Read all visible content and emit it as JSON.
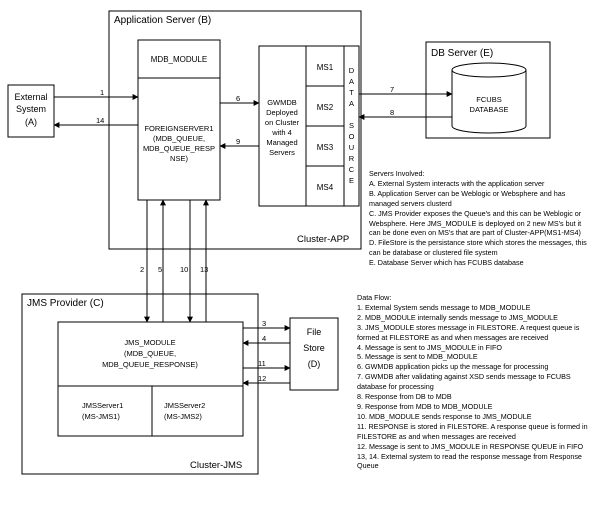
{
  "external_system": {
    "line1": "External",
    "line2": "System",
    "line3": "(A)"
  },
  "app_server": {
    "title": "Application Server (B)",
    "cluster_label": "Cluster-APP",
    "mdb_module": "MDB_MODULE",
    "foreign_server": [
      "FOREIGNSERVER1",
      "(MDB_QUEUE,",
      "MDB_QUEUE_RESP",
      "NSE)"
    ],
    "gwmdb": [
      "GWMDB",
      "Deployed",
      "on Cluster",
      "with 4",
      "Managed",
      "Servers"
    ],
    "managed_servers": [
      "MS1",
      "MS2",
      "MS3",
      "MS4"
    ],
    "datasource": [
      "D",
      "A",
      "T",
      "A",
      "S",
      "O",
      "U",
      "R",
      "C",
      "E"
    ]
  },
  "db_server": {
    "title": "DB Server (E)",
    "database": [
      "FCUBS",
      "DATABASE"
    ]
  },
  "jms_provider": {
    "title": "JMS Provider (C)",
    "cluster_label": "Cluster-JMS",
    "jms_module": [
      "JMS_MODULE",
      "(MDB_QUEUE,",
      "MDB_QUEUE_RESPONSE)"
    ],
    "server1": [
      "JMSServer1",
      "(MS-JMS1)"
    ],
    "server2": [
      "JMSServer2",
      "(MS-JMS2)"
    ]
  },
  "file_store": {
    "line1": "File",
    "line2": "Store",
    "line3": "(D)"
  },
  "arrow_labels": {
    "a1": "1",
    "a14": "14",
    "a6": "6",
    "a9": "9",
    "a7": "7",
    "a8": "8",
    "a2": "2",
    "a5": "5",
    "a10": "10",
    "a13": "13",
    "a3": "3",
    "a4": "4",
    "a11": "11",
    "a12": "12"
  },
  "servers_involved": {
    "heading": "Servers Involved:",
    "items": [
      "A. External System interacts with the application server",
      "B. Application Server can be Weblogic or Websphere and has managed servers clusterd",
      "C. JMS Provider exposes the Queue's and this can be Weblogic or Websphere. Here JMS_MODULE is deployed on 2 new MS's but it can be done even on MS's that are part of Cluster-APP(MS1-MS4)",
      "D. FileStore is the persistance store which stores the messages, this can be database or clustered file system",
      "E. Database Server which has FCUBS database"
    ]
  },
  "data_flow": {
    "heading": "Data Flow:",
    "items": [
      "1. External System sends message to MDB_MODULE",
      "2. MDB_MODULE internally sends message to JMS_MODULE",
      "3. JMS_MODULE stores message in FILESTORE. A request queue is formed at FILESTORE as and when messages are received",
      "4. Message is sent to JMS_MODULE in FIFO",
      "5. Message is sent to MDB_MODULE",
      "6. GWMDB application picks up the message for processing",
      "7. GWMDB after validating against XSD sends message to FCUBS database for processing",
      "8. Response from DB to MDB",
      "9. Response from MDB to MDB_MODULE",
      "10. MDB_MODULE sends response to JMS_MODULE",
      "11. RESPONSE is stored in FILESTORE. A response queue is formed in FILESTORE as and when messages are received",
      "12. Message is sent to JMS_MODULE in RESPONSE QUEUE in FIFO",
      "13, 14. External system to read the response message from Response Queue"
    ]
  }
}
